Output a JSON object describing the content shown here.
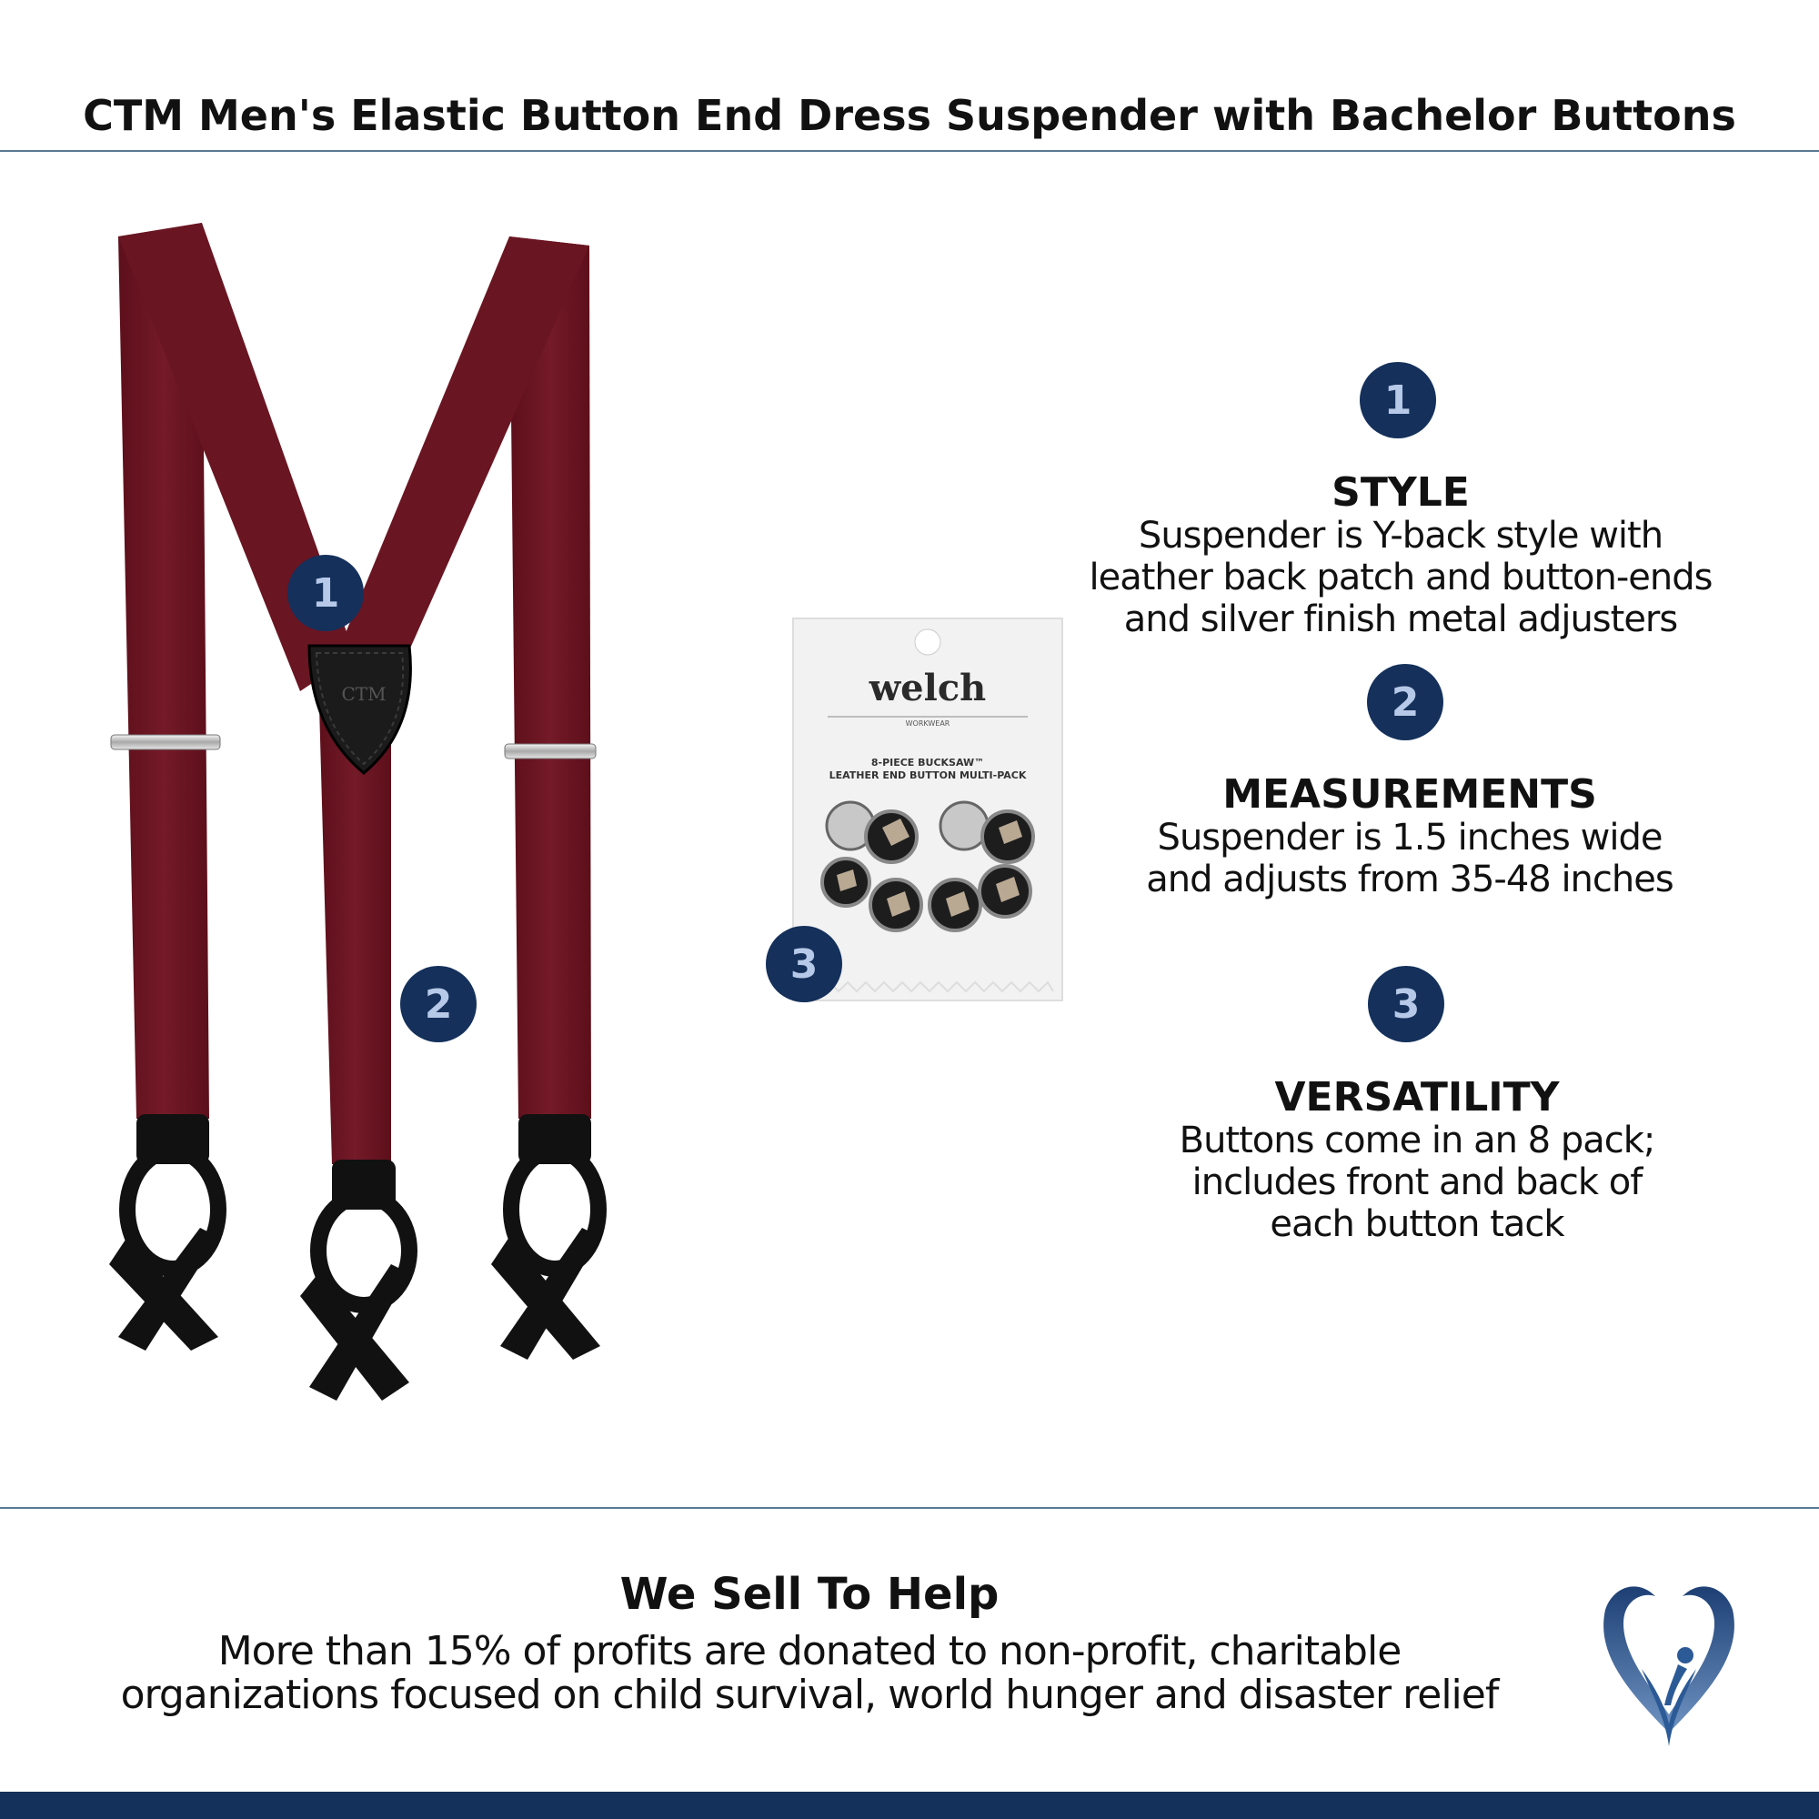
{
  "header": {
    "title": "CTM Men's Elastic Button End Dress Suspender with Bachelor Buttons"
  },
  "product_image": {
    "patch_text": "CTM",
    "callouts": [
      "1",
      "2"
    ]
  },
  "pack_image": {
    "brand": "welch",
    "sub_brand": "WORKWEAR",
    "line1": "8-PIECE BUCKSAW™",
    "line2": "LEATHER END BUTTON MULTI-PACK",
    "callout": "3"
  },
  "features": [
    {
      "number": "1",
      "title": "STYLE",
      "description": "Suspender is Y-back style with\nleather back patch and button-ends\nand silver finish metal adjusters"
    },
    {
      "number": "2",
      "title": "MEASUREMENTS",
      "description": "Suspender is 1.5 inches wide\nand adjusts from 35-48 inches"
    },
    {
      "number": "3",
      "title": "VERSATILITY",
      "description": "Buttons come in an 8 pack;\nincludes front and back of\neach button tack"
    }
  ],
  "footer": {
    "title": "We Sell To Help",
    "description": "More than 15% of profits are donated to non-profit, charitable\norganizations focused on child survival, world hunger and disaster relief"
  },
  "colors": {
    "navy": "#14305b",
    "badge_text": "#b7c9e8",
    "burgundy": "#6b1420",
    "divider": "#5a7a94",
    "logo_blue": "#2c5a96"
  }
}
